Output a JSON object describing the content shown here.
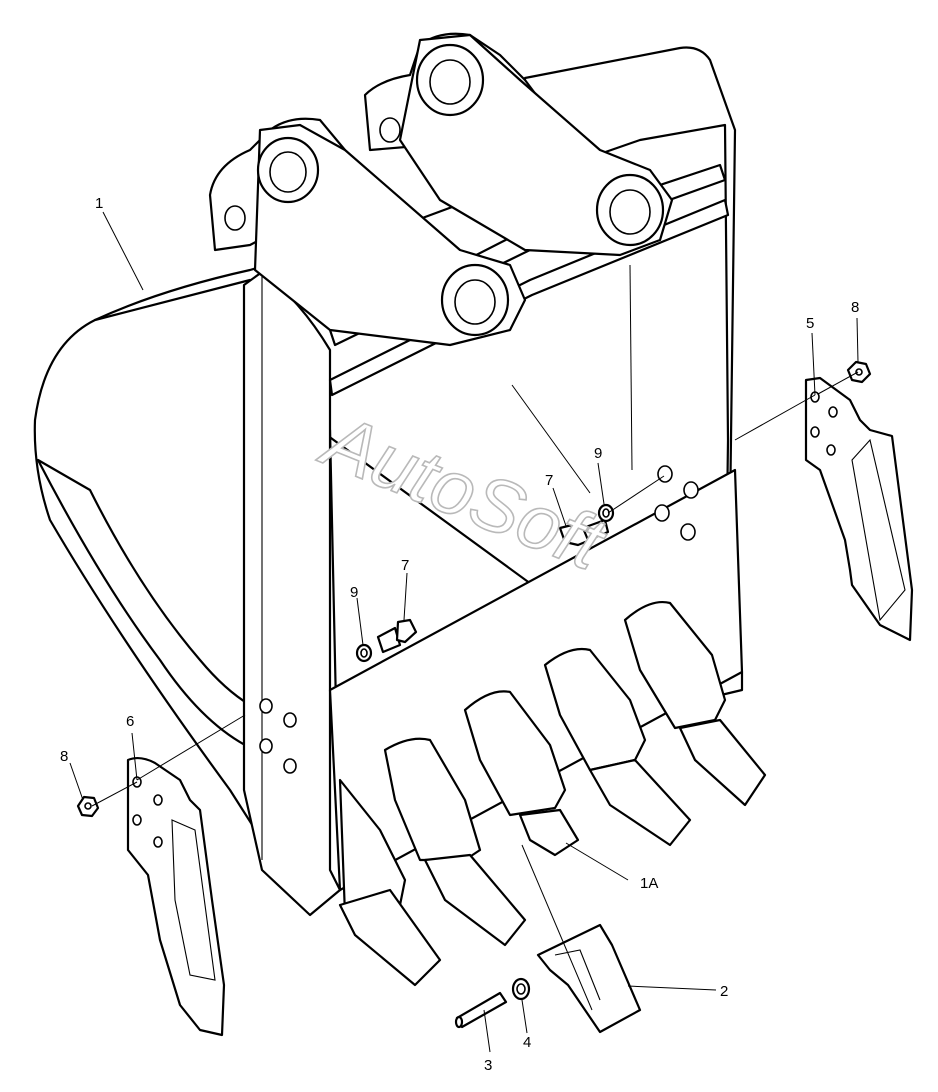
{
  "watermark": "AutoSoft",
  "callouts": {
    "c1": "1",
    "c1a": "1A",
    "c2": "2",
    "c3": "3",
    "c4": "4",
    "c5": "5",
    "c6": "6",
    "c7a": "7",
    "c7b": "7",
    "c8a": "8",
    "c8b": "8",
    "c9a": "9",
    "c9b": "9"
  }
}
